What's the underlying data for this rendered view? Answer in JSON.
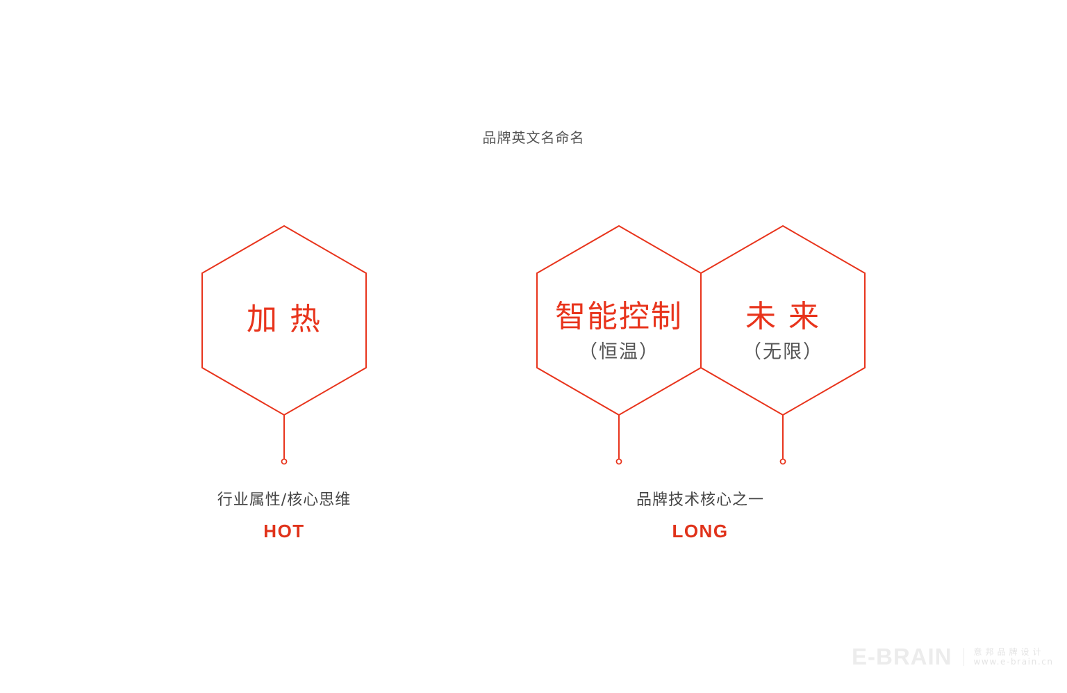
{
  "title": "品牌英文名命名",
  "colors": {
    "accent": "#e8341c",
    "text_gray": "#555555",
    "caption_gray": "#444444",
    "watermark": "#ececec"
  },
  "groups": [
    {
      "hexagons": [
        {
          "label": "加 热",
          "sublabel": ""
        }
      ],
      "caption": "行业属性/核心思维",
      "keyword": "HOT"
    },
    {
      "hexagons": [
        {
          "label": "智能控制",
          "sublabel": "（恒温）"
        },
        {
          "label": "未 来",
          "sublabel": "（无限）"
        }
      ],
      "caption": "品牌技术核心之一",
      "keyword": "LONG"
    }
  ],
  "watermark": {
    "logo": "E-BRAIN",
    "name_cn": "意邦品牌设计",
    "url": "www.e-brain.cn"
  }
}
